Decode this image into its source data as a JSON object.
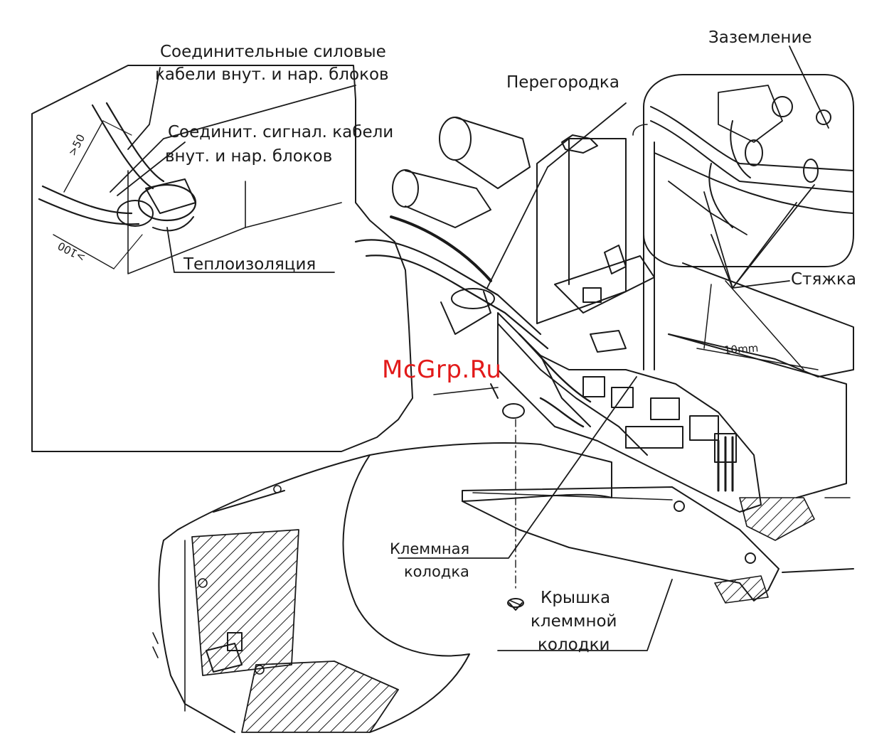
{
  "labels": {
    "power_cables": [
      "Соединительные силовые",
      "кабели внут. и нар. блоков"
    ],
    "signal_cables": [
      "Соединит. сигнал. кабели",
      "внут. и нар. блоков"
    ],
    "thermal_insulation": "Теплоизоляция",
    "partition": "Перегородка",
    "grounding": "Заземление",
    "cable_tie": "Стяжка",
    "terminal_block": [
      "Клеммная",
      "колодка"
    ],
    "terminal_cover": [
      "Крышка",
      "клеммной",
      "колодки"
    ]
  },
  "dimensions": {
    "gt50": ">50",
    "gt100": ">100",
    "ten_mm": "10mm"
  },
  "watermark": "McGrp.Ru",
  "colors": {
    "line": "#1a1a1a",
    "watermark": "#e21a1a"
  }
}
